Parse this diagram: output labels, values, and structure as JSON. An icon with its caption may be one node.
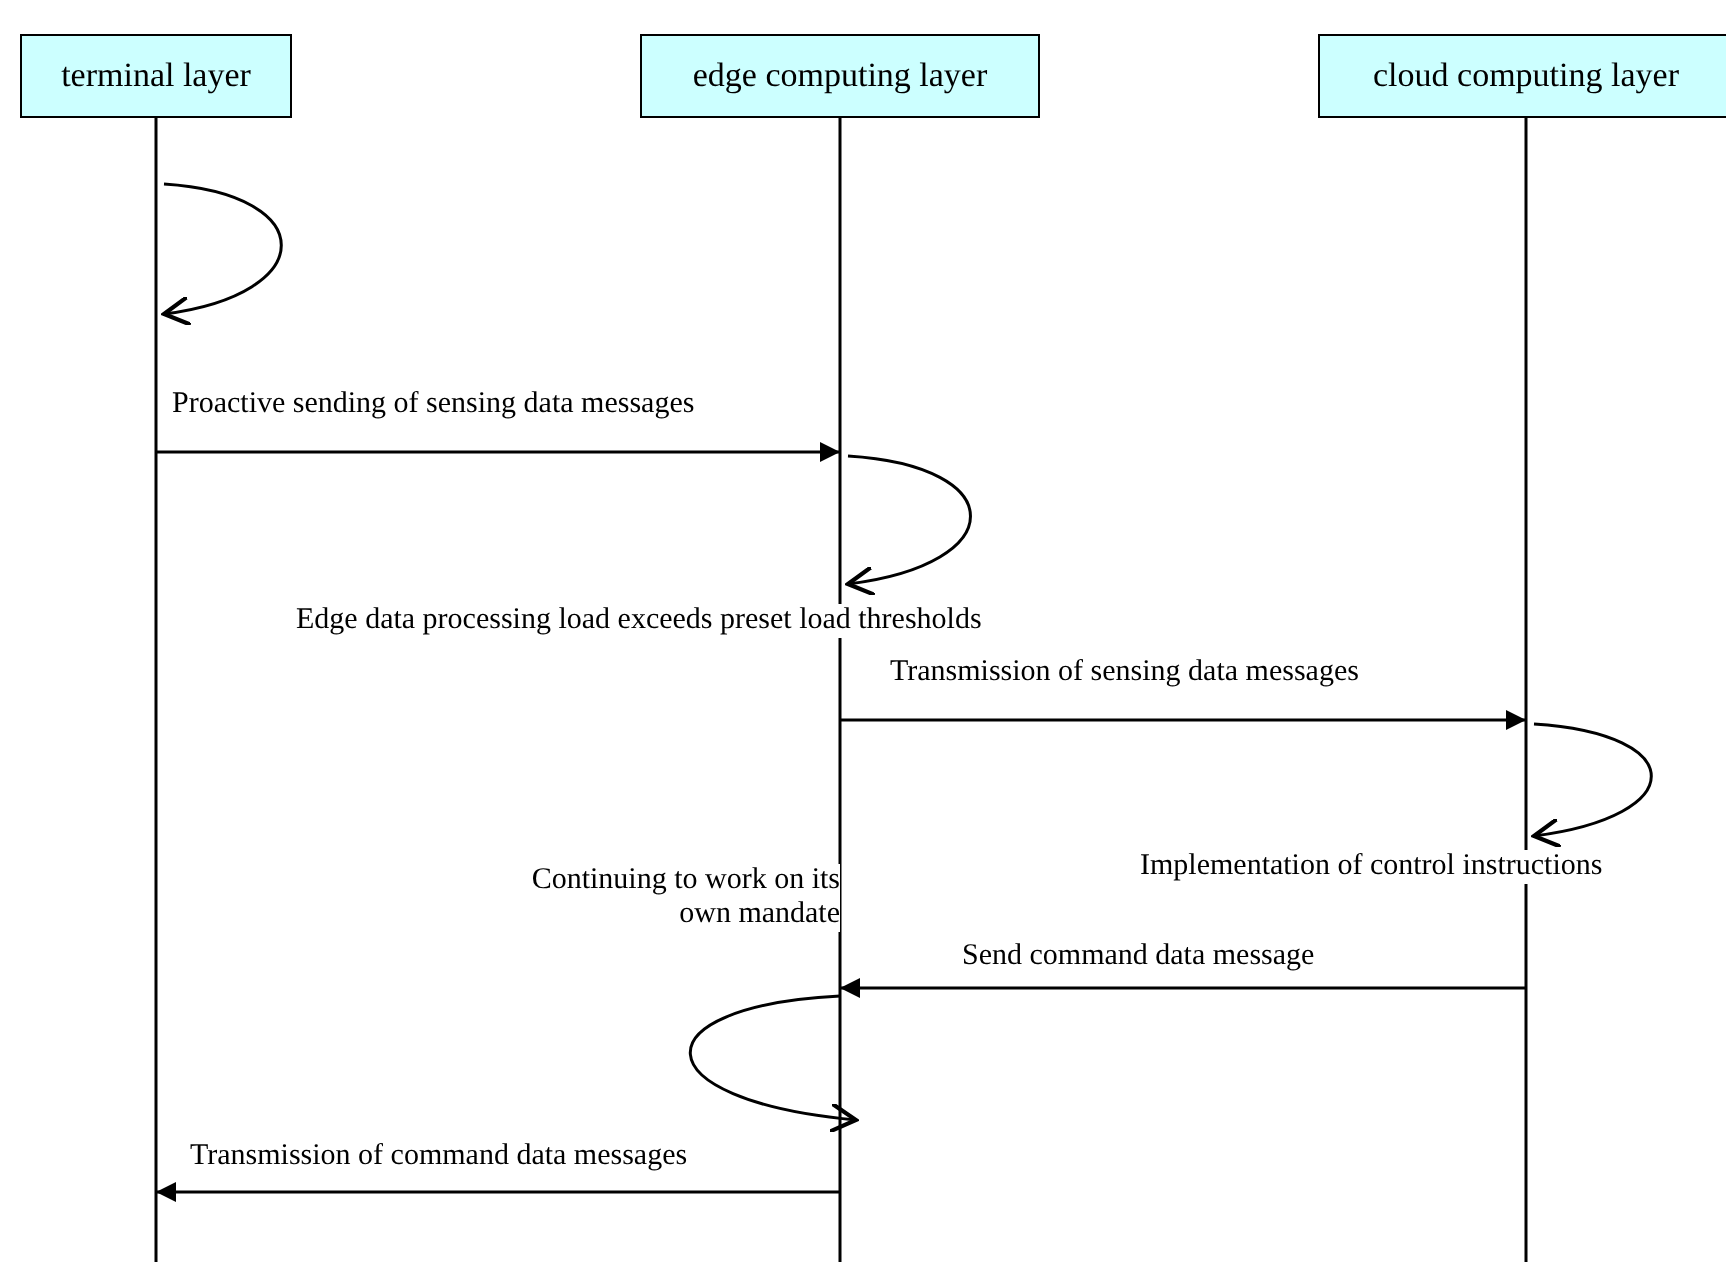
{
  "diagram": {
    "nodes": [
      {
        "text": [
          "terminal layer"
        ]
      },
      {
        "text": [
          "edge computing layer"
        ]
      },
      {
        "text": [
          "cloud computing layer"
        ]
      }
    ],
    "edges": [
      {
        "from": 0,
        "to": 0,
        "arrow": "to"
      },
      {
        "from": 0,
        "to": 1,
        "arrow": "to",
        "label": "Proactive sending of sensing data messages"
      },
      {
        "from": 1,
        "to": 1,
        "arrow": "to",
        "label": "Edge data processing load exceeds preset load thresholds"
      },
      {
        "from": 1,
        "to": 2,
        "arrow": "to",
        "label": "Transmission of sensing data messages"
      },
      {
        "from": 2,
        "to": 2,
        "arrow": "to",
        "label": "Implementation of control instructions"
      },
      {
        "from": 2,
        "to": 1,
        "arrow": "to",
        "label": "Send command data message"
      },
      {
        "from": 1,
        "to": 1,
        "arrow": "to",
        "label": "Continuing to work on its own mandate"
      },
      {
        "from": 1,
        "to": 0,
        "arrow": "to",
        "label": "Transmission of command data messages"
      }
    ]
  }
}
